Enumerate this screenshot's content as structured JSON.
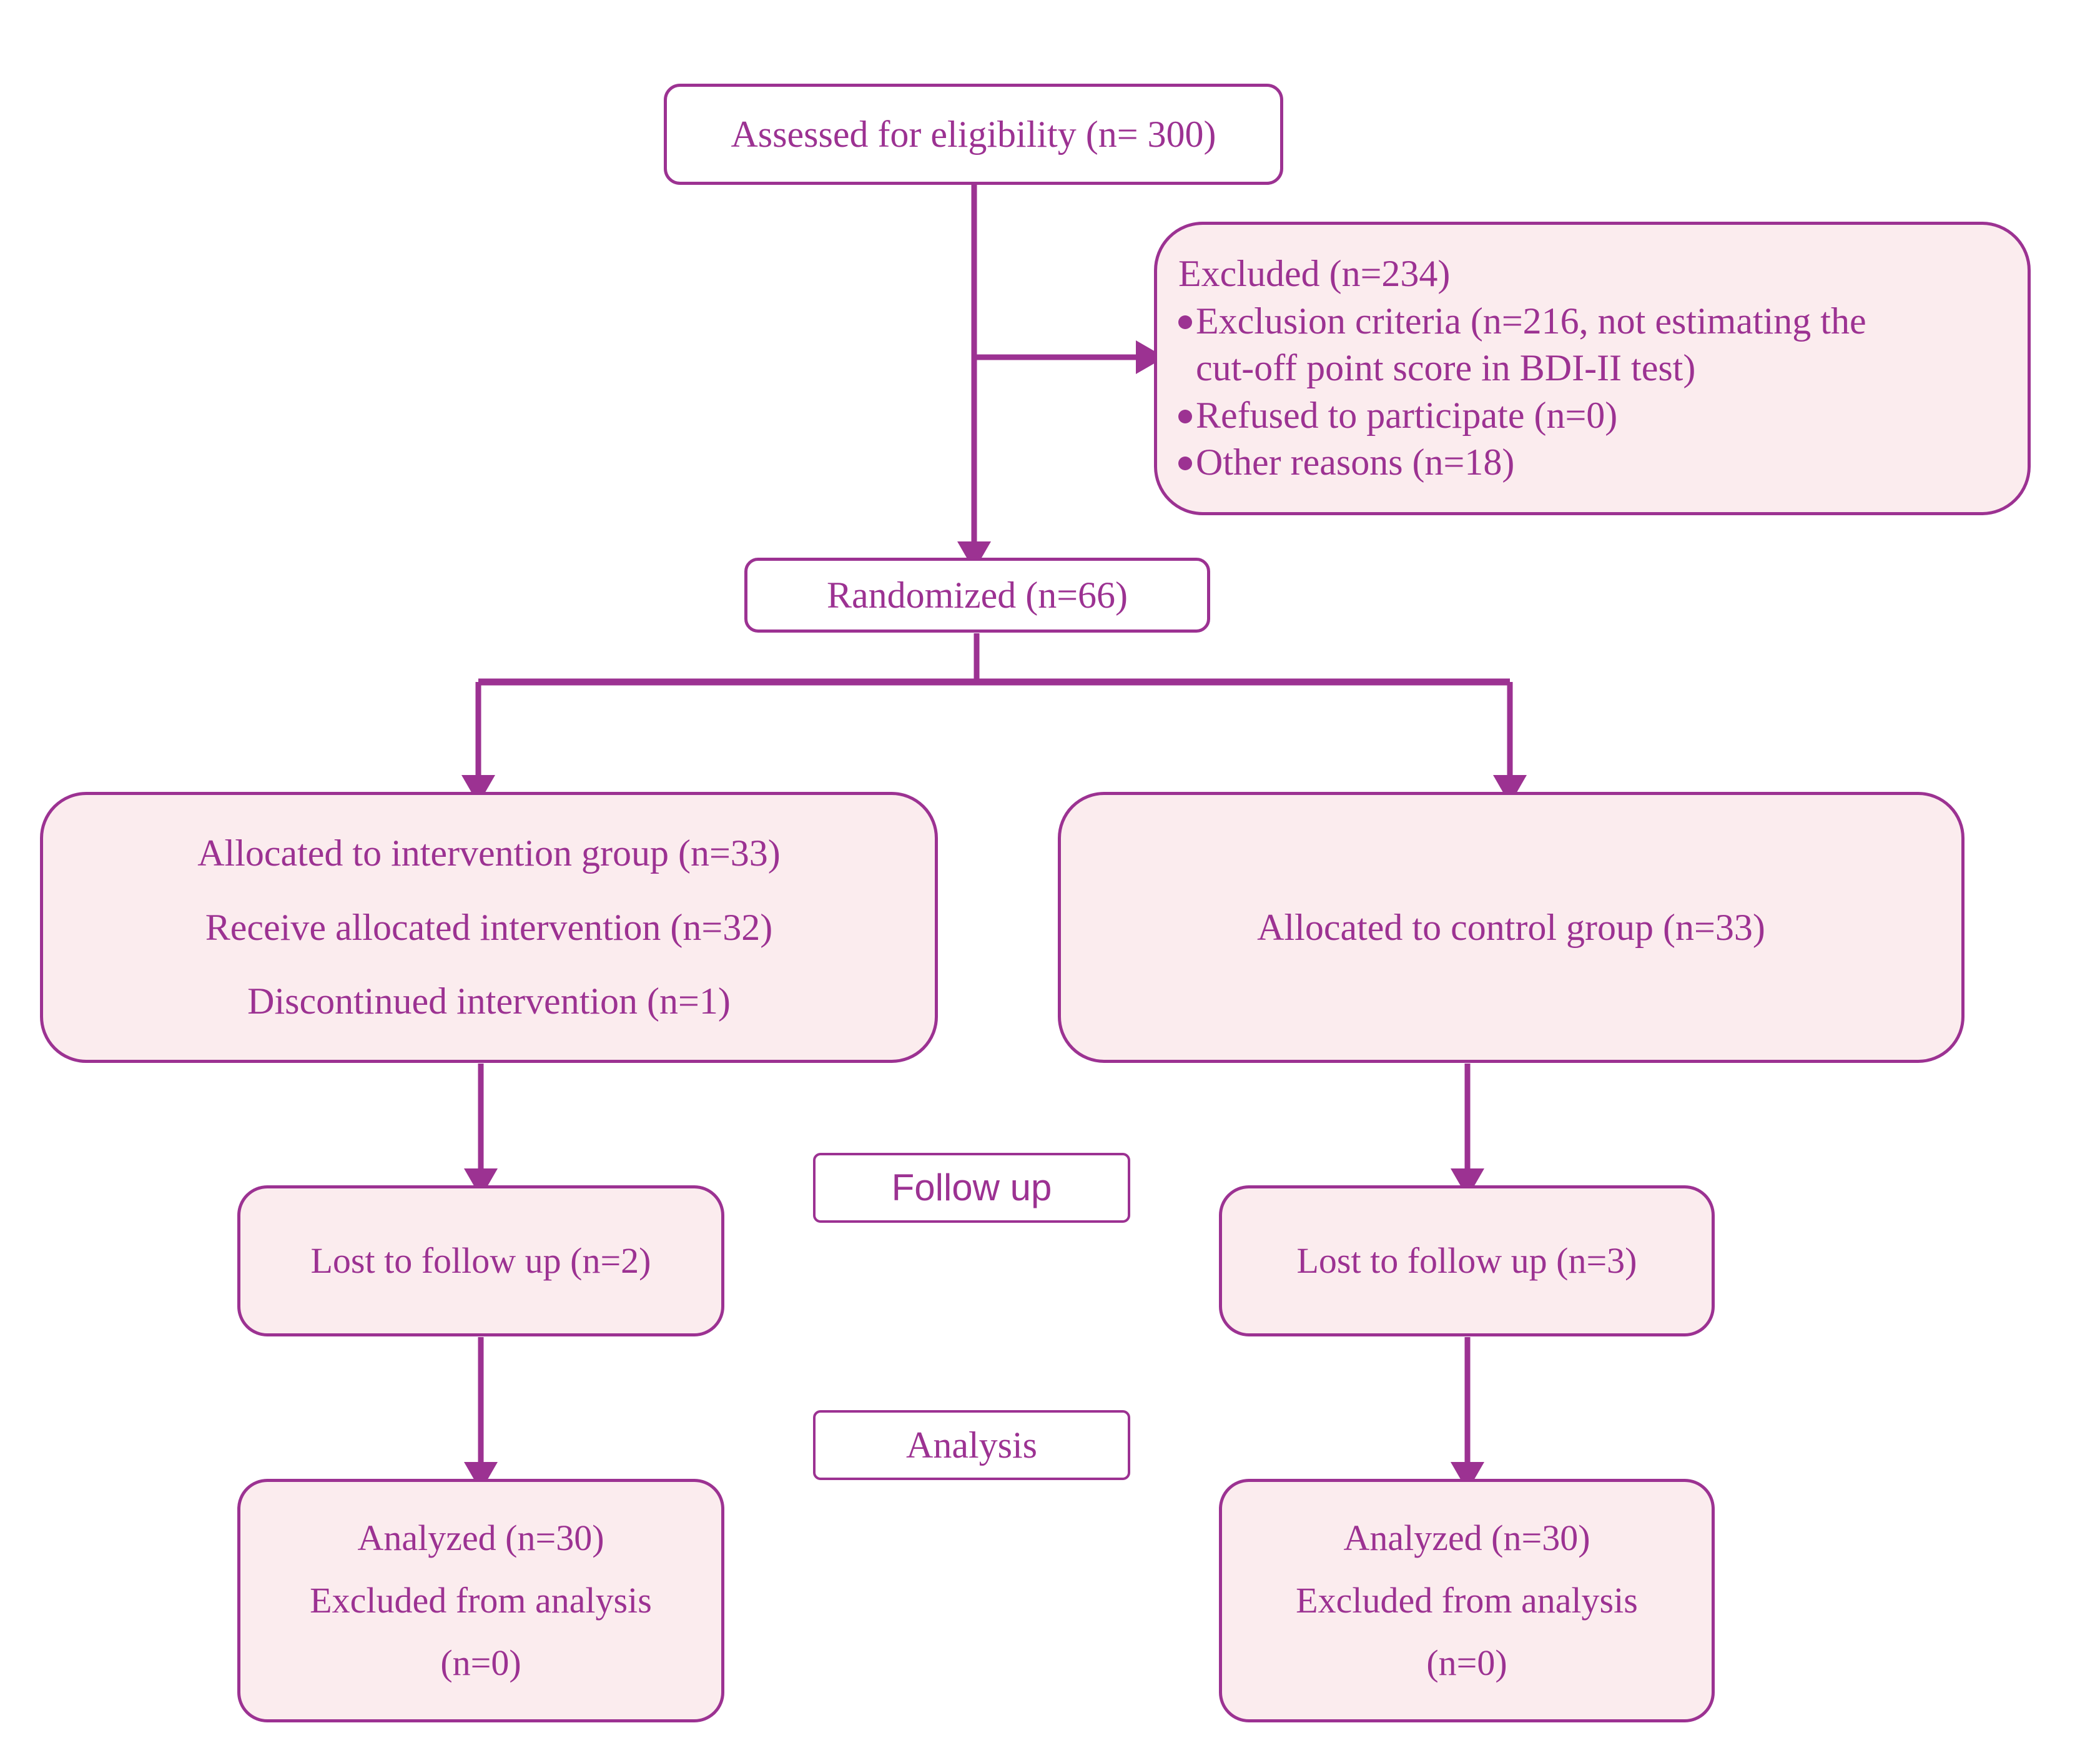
{
  "diagram": {
    "title": "CONSORT participant flow diagram",
    "colors": {
      "stroke": "#9c3292",
      "text": "#9c3292",
      "fill_pink": "#fbecee",
      "fill_white": "#ffffff"
    },
    "nodes": {
      "eligibility": {
        "text": "Assessed for eligibility (n= 300)"
      },
      "excluded": {
        "heading": "Excluded (n=234)",
        "bullets": [
          "Exclusion criteria (n=216, not estimating the",
          "cut-off point score in BDI-II test)",
          "Refused to participate (n=0)",
          "Other reasons (n=18)"
        ],
        "bullet_1a": "Exclusion criteria (n=216, not estimating the",
        "bullet_1b": "cut-off point score in BDI-II test)",
        "bullet_2": "Refused to participate (n=0)",
        "bullet_3": "Other reasons (n=18)"
      },
      "randomized": {
        "text": "Randomized (n=66)"
      },
      "intervention": {
        "line1": "Allocated to intervention group (n=33)",
        "line2": "Receive allocated intervention (n=32)",
        "line3": "Discontinued intervention (n=1)"
      },
      "control": {
        "line1": "Allocated to control group (n=33)"
      },
      "lost_left": {
        "text": "Lost to follow up (n=2)"
      },
      "lost_right": {
        "text": "Lost to follow up (n=3)"
      },
      "analyzed_left": {
        "line1": "Analyzed (n=30)",
        "line2": "Excluded from analysis",
        "line3": "(n=0)"
      },
      "analyzed_right": {
        "line1": "Analyzed (n=30)",
        "line2": "Excluded from analysis",
        "line3": "(n=0)"
      },
      "stage_followup": {
        "text": "Follow up"
      },
      "stage_analysis": {
        "text": "Analysis"
      }
    }
  }
}
